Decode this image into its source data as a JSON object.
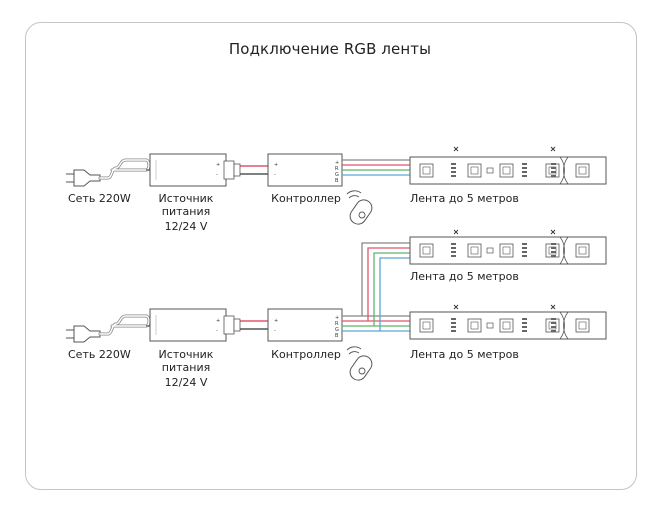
{
  "title": "Подключение RGB ленты",
  "colors": {
    "wire_red": "#e0566b",
    "wire_green": "#62b56b",
    "wire_blue": "#5aa6d6",
    "wire_gray": "#8a8a8a",
    "outline": "#555555"
  },
  "labels": {
    "mains": "Сеть 220W",
    "psu_line1": "Источник",
    "psu_line2": "питания",
    "psu_voltage": "12/24 V",
    "controller": "Контроллер",
    "strip": "Лента до 5 метров"
  },
  "terminals": {
    "plus": "+",
    "minus": "-",
    "ctrl_plus": "+",
    "ctrl_r": "R",
    "ctrl_g": "G",
    "ctrl_b": "B"
  },
  "diagrams": [
    {
      "id": "single",
      "strips": 1
    },
    {
      "id": "double",
      "strips": 2
    }
  ]
}
